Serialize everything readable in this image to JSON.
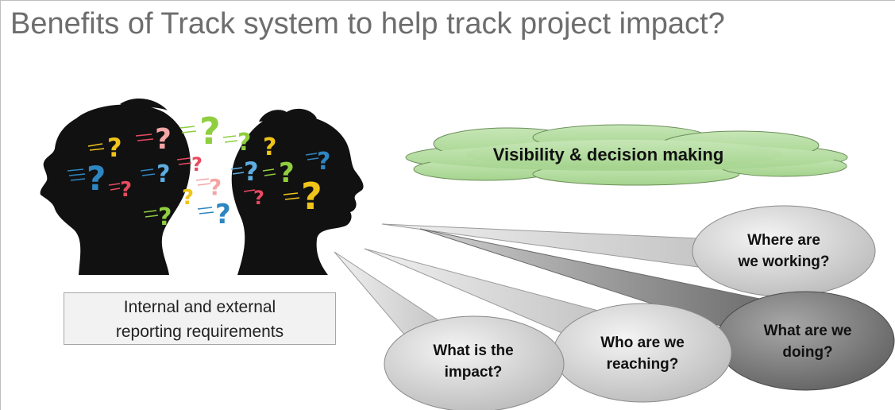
{
  "slide": {
    "title": "Benefits of Track system to help track project impact?",
    "cloud_text": "Visibility & decision making",
    "report_box": {
      "line1": "Internal and external",
      "line2": "reporting requirements"
    },
    "bubbles": {
      "working": {
        "line1": "Where are",
        "line2": "we working?"
      },
      "doing": {
        "line1": "What are we",
        "line2": "doing?"
      },
      "reaching": {
        "line1": "Who are we",
        "line2": "reaching?"
      },
      "impact": {
        "line1": "What is the",
        "line2": "impact?"
      }
    },
    "illustration": {
      "icon": "two-heads-question-marks-icon",
      "glyph": "?",
      "question_mark_colors": [
        "#f0c419",
        "#2e86c1",
        "#e84a5f",
        "#8fce3f",
        "#f4a6a6",
        "#5dade2"
      ]
    },
    "colors": {
      "title": "#6d6d6d",
      "cloud_fill": "#b3dba0",
      "bubble_light": "#dcdcdc",
      "bubble_dark": "#7f7f7f"
    }
  }
}
